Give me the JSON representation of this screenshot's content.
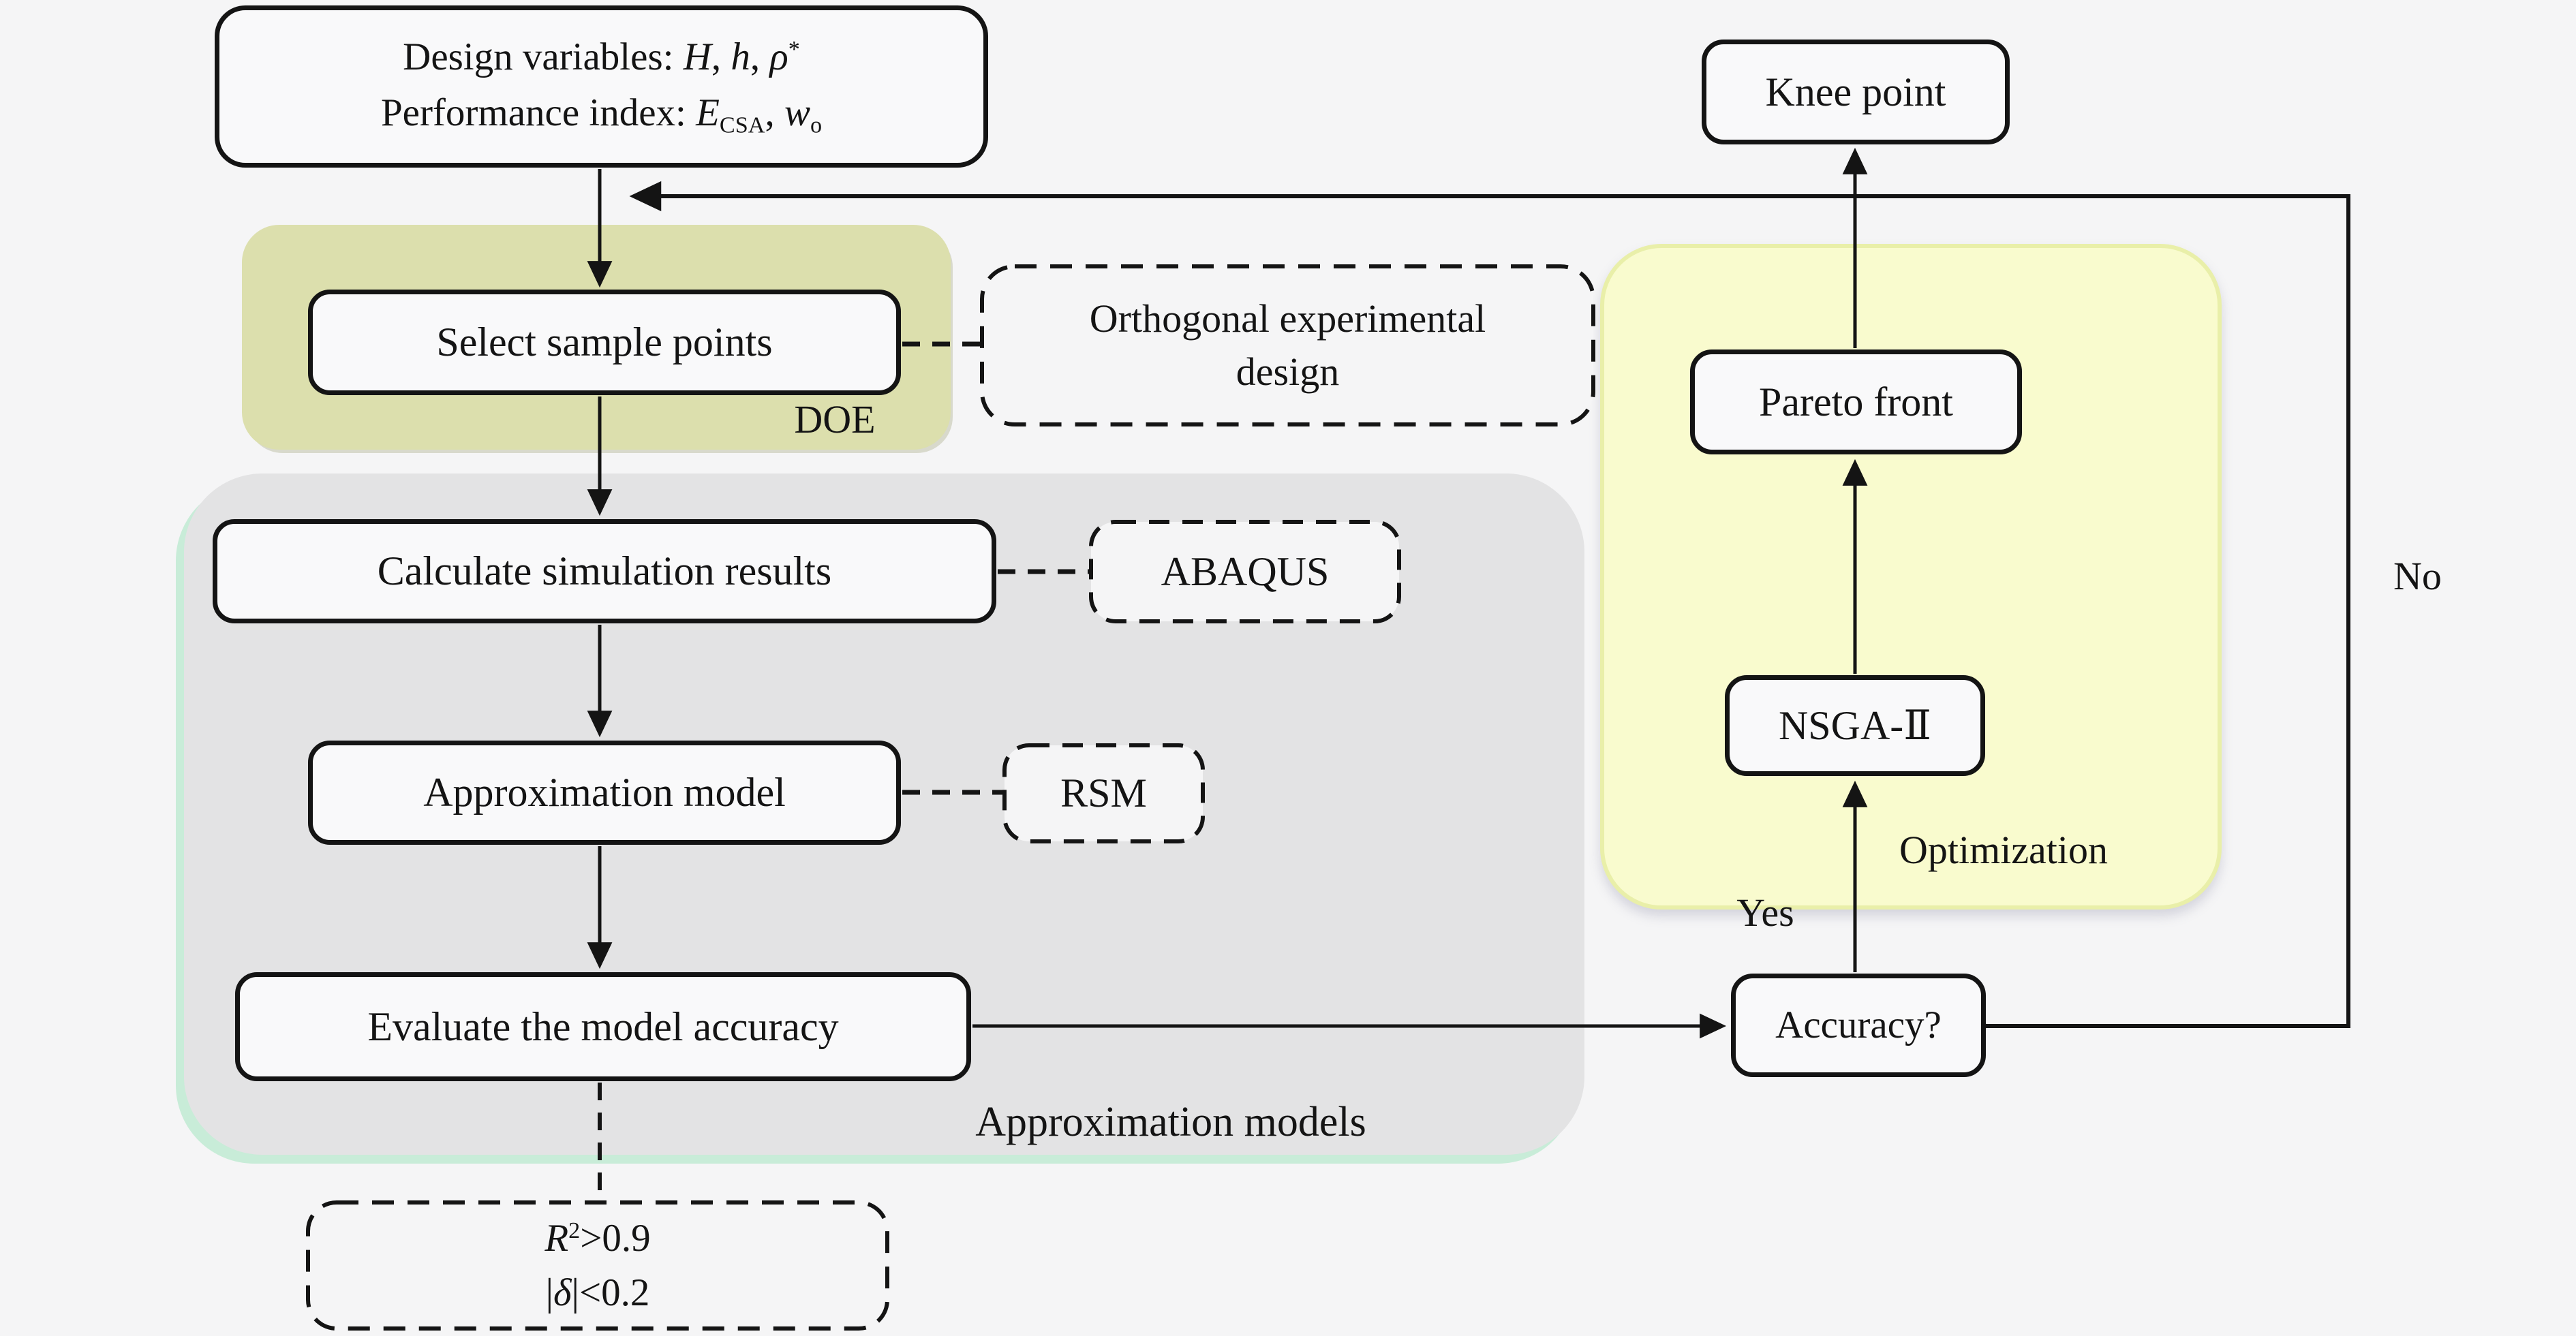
{
  "colors": {
    "background": "#f5f5f6",
    "ink": "#141414",
    "doe_region_fill": "#dcdfad",
    "approx_region_fill": "#e3e3e4",
    "approx_region_accent": "#c8ecd8",
    "optimization_region_fill": "#f9fbce",
    "optimization_region_border": "#e9efa9",
    "node_fill": "#f9f9fa"
  },
  "regions": {
    "doe": {
      "label": "DOE"
    },
    "approximation": {
      "label": "Approximation models"
    },
    "optimization": {
      "label": "Optimization"
    }
  },
  "nodes": {
    "design": {
      "line1": {
        "label": "Design variables: ",
        "var1": "H",
        "sep1": ", ",
        "var2": "h",
        "sep2": ", ",
        "var3": "ρ",
        "sup": "*"
      },
      "line2": {
        "label": "Performance index: ",
        "var1": "E",
        "sub1": "CSA",
        "sep1": ", ",
        "var2": "w",
        "sub2": "o"
      }
    },
    "select": {
      "label": "Select sample points"
    },
    "orthogonal": {
      "line1": "Orthogonal experimental",
      "line2": "design"
    },
    "calculate": {
      "label": "Calculate simulation results"
    },
    "abaqus": {
      "label": "ABAQUS"
    },
    "approx_model": {
      "label": "Approximation model"
    },
    "rsm": {
      "label": "RSM"
    },
    "evaluate": {
      "label": "Evaluate the model accuracy"
    },
    "criteria": {
      "line1": {
        "var": "R",
        "sup": "2",
        "rest": ">0.9"
      },
      "line2": {
        "pre": "|",
        "var": "δ",
        "rest": "|<0.2"
      }
    },
    "knee": {
      "label": "Knee point"
    },
    "pareto": {
      "label": "Pareto front"
    },
    "nsga": {
      "label": "NSGA-Ⅱ"
    },
    "accuracy": {
      "label": "Accuracy?"
    }
  },
  "edge_labels": {
    "yes": "Yes",
    "no": "No"
  }
}
